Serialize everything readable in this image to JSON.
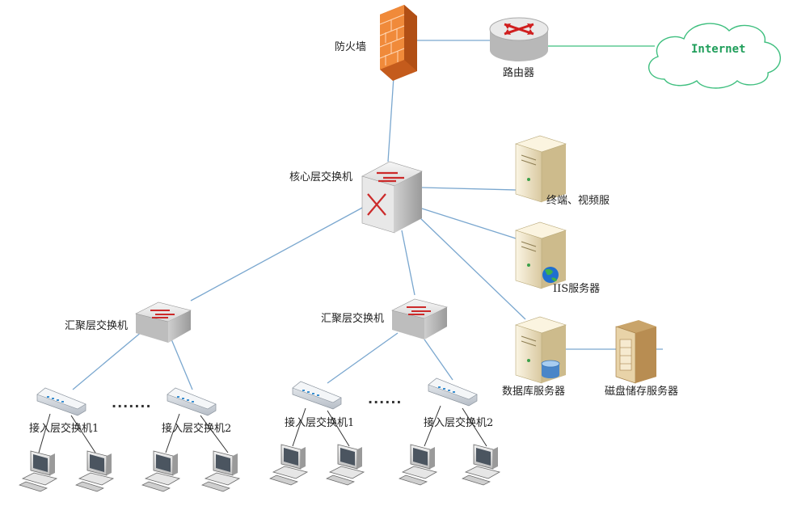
{
  "labels": {
    "firewall": "防火墙",
    "router": "路由器",
    "internet": "Internet",
    "core_switch": "核心层交换机",
    "terminal_server": "终端、视频服",
    "iis_server": "IIS服务器",
    "db_server": "数据库服务器",
    "disk_server": "磁盘储存服务器",
    "agg_switch_left": "汇聚层交换机",
    "agg_switch_right": "汇聚层交换机",
    "access_1a": "接入层交换机1",
    "access_2a": "接入层交换机2",
    "access_1b": "接入层交换机1",
    "access_2b": "接入层交换机2",
    "dots_left": "·······",
    "dots_right": "······"
  },
  "colors": {
    "link_blue": "#7aa7cf",
    "link_green": "#3fbf7f",
    "firewall": "#e8722a",
    "switch_body": "#e4e4e4",
    "arrow_red": "#cc2a2a",
    "server_beige": "#efe3c4"
  },
  "icons": [
    "firewall-icon",
    "router-icon",
    "cloud-icon",
    "core-switch-icon",
    "aggregation-switch-icon",
    "access-switch-icon",
    "server-icon",
    "globe-icon",
    "database-icon",
    "storage-server-icon",
    "computer-icon"
  ]
}
